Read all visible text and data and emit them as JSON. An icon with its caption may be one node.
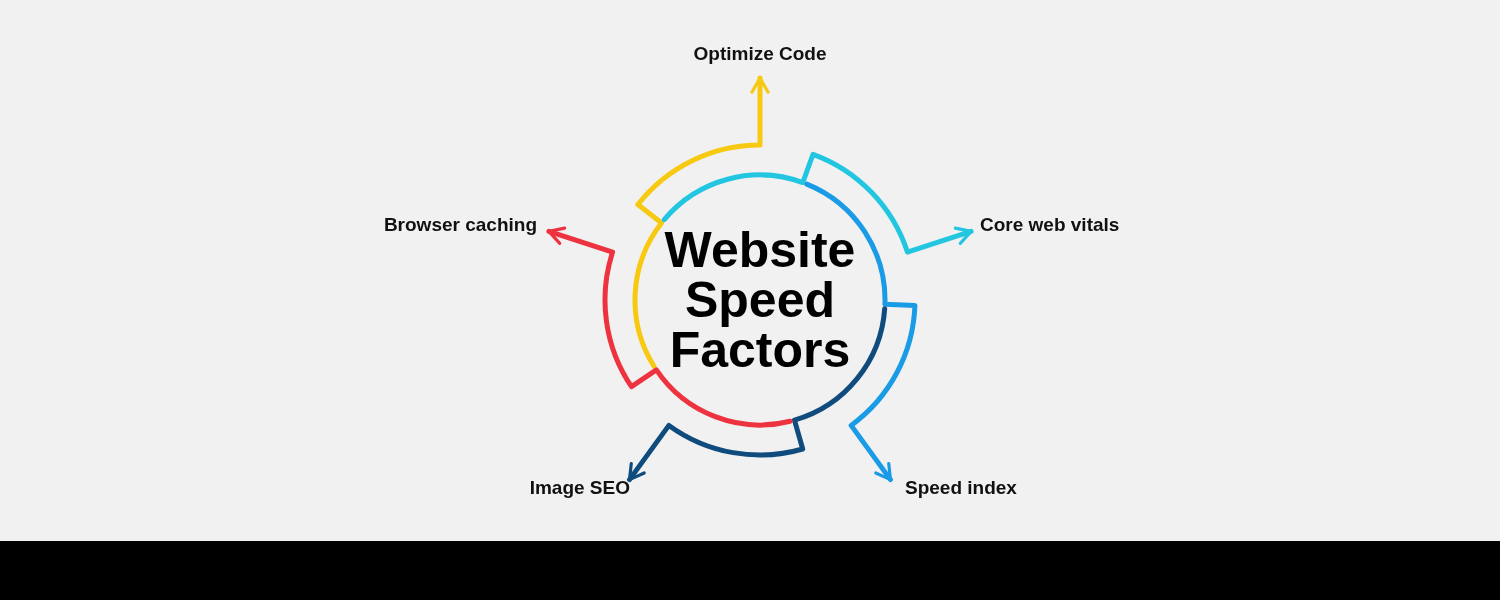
{
  "diagram": {
    "nodes": [
      {
        "text": [
          "Website Speed Factors"
        ]
      },
      {
        "text": [
          "Optimize Code"
        ]
      },
      {
        "text": [
          "Core web vitals"
        ]
      },
      {
        "text": [
          "Speed index"
        ]
      },
      {
        "text": [
          "Image SEO"
        ]
      },
      {
        "text": [
          "Browser caching"
        ]
      }
    ],
    "edges": [
      {
        "from": 0,
        "to": 1,
        "arrow": "to",
        "color": "#f7c910"
      },
      {
        "from": 0,
        "to": 2,
        "arrow": "to",
        "color": "#22c6e0"
      },
      {
        "from": 0,
        "to": 3,
        "arrow": "to",
        "color": "#1a9be6"
      },
      {
        "from": 0,
        "to": 4,
        "arrow": "to",
        "color": "#0f4c7d"
      },
      {
        "from": 0,
        "to": 5,
        "arrow": "to",
        "color": "#ee3340"
      }
    ]
  }
}
